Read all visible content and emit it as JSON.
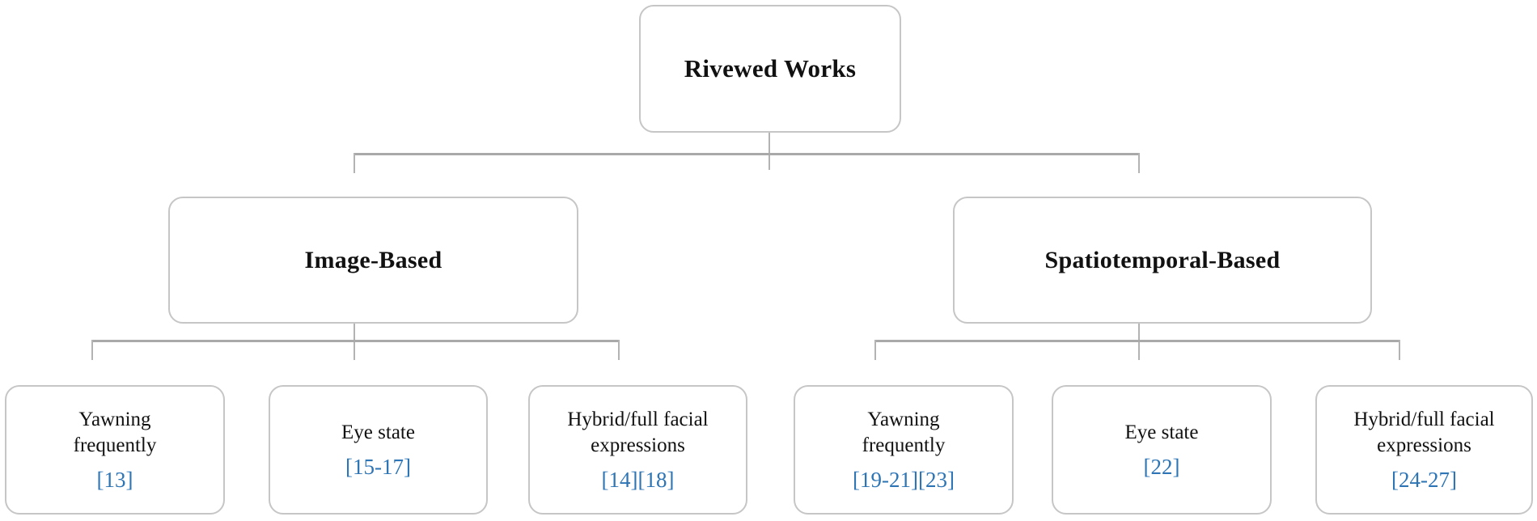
{
  "diagram": {
    "title": "Rivewed Works",
    "root": {
      "label": "Rivewed Works"
    },
    "branches": [
      {
        "label": "Image-Based",
        "children": [
          {
            "label": "Yawning\nfrequently",
            "citation": "[13]"
          },
          {
            "label": "Eye state",
            "citation": "[15-17]"
          },
          {
            "label": "Hybrid/full facial\nexpressions",
            "citation": "[14][18]"
          }
        ]
      },
      {
        "label": "Spatiotemporal-Based",
        "children": [
          {
            "label": "Yawning\nfrequently",
            "citation": "[19-21][23]"
          },
          {
            "label": "Eye state",
            "citation": "[22]"
          },
          {
            "label": "Hybrid/full facial\nexpressions",
            "citation": "[24-27]"
          }
        ]
      }
    ],
    "colors": {
      "citation_blue": "#2e75b6",
      "box_border": "#c6c6c6",
      "connector_gray": "#a9a9a9",
      "text": "#111111",
      "background": "#ffffff"
    }
  }
}
